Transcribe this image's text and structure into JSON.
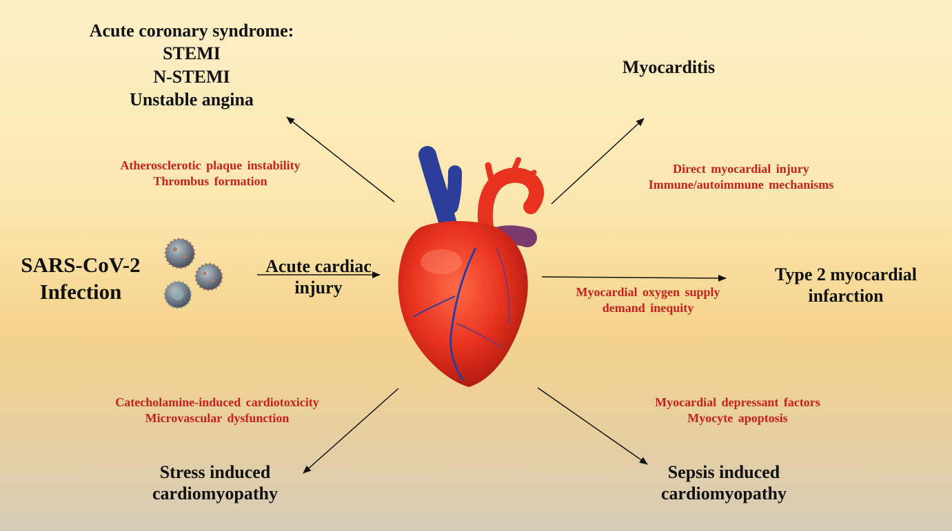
{
  "source": {
    "line1": "SARS-CoV-2",
    "line2": "Infection"
  },
  "center": {
    "line1": "Acute cardiac",
    "line2": "injury"
  },
  "acs": {
    "title": "Acute coronary syndrome:",
    "items": [
      "STEMI",
      "N-STEMI",
      "Unstable angina"
    ]
  },
  "acs_mechanism": [
    "Atherosclerotic plaque instability",
    "Thrombus formation"
  ],
  "myocarditis": {
    "title": "Myocarditis"
  },
  "myocarditis_mechanism": [
    "Direct myocardial injury",
    "Immune/autoimmune mechanisms"
  ],
  "type2": {
    "line1": "Type 2 myocardial",
    "line2": "infarction"
  },
  "type2_mechanism": [
    "Myocardial oxygen supply",
    "demand inequity"
  ],
  "stress": {
    "line1": "Stress induced",
    "line2": "cardiomyopathy"
  },
  "stress_mechanism": [
    "Catecholamine-induced cardiotoxicity",
    "Microvascular dysfunction"
  ],
  "sepsis": {
    "line1": "Sepsis induced",
    "line2": "cardiomyopathy"
  },
  "sepsis_mechanism": [
    "Myocardial depressant factors",
    "Myocyte apoptosis"
  ],
  "colors": {
    "mechanism_text": "#c8201c",
    "heart_red": "#e8321f",
    "vessel_blue": "#2b3f9a",
    "vessel_purple": "#7a3a6e"
  }
}
